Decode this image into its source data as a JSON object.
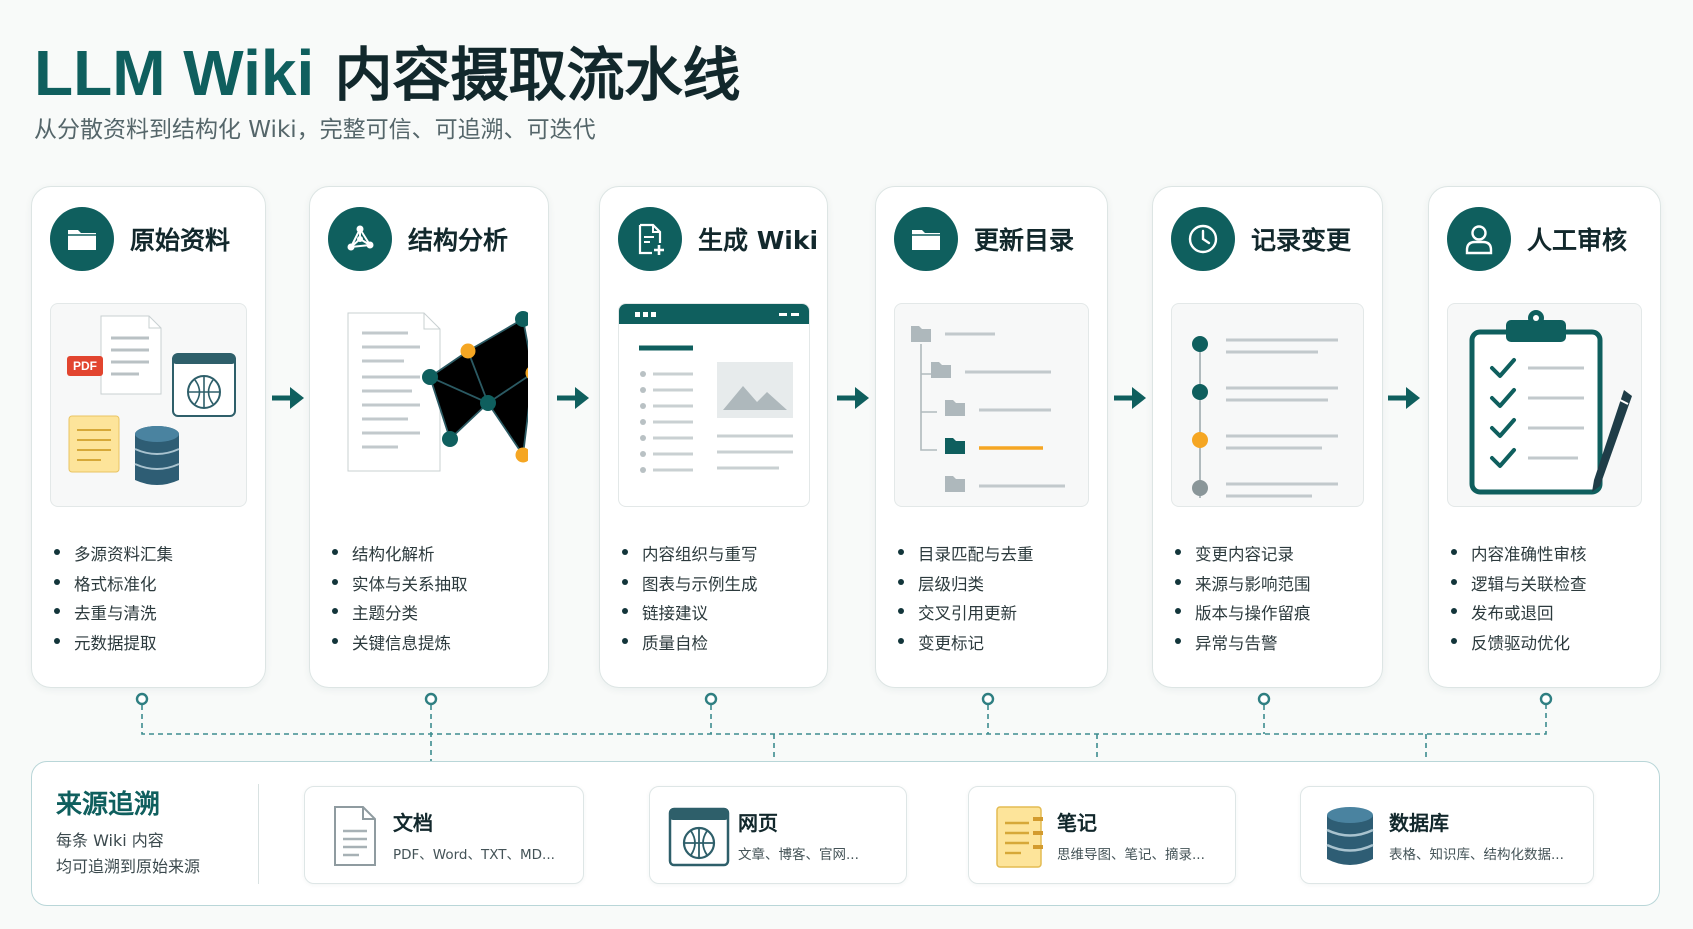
{
  "header": {
    "title_en": "LLM Wiki",
    "title_zh": "内容摄取流水线",
    "subtitle": "从分散资料到结构化 Wiki，完整可信、可追溯、可迭代"
  },
  "stages": [
    {
      "title": "原始资料",
      "icon": "folder-icon",
      "bullets": [
        "多源资料汇集",
        "格式标准化",
        "去重与清洗",
        "元数据提取"
      ],
      "pdf_badge": "PDF"
    },
    {
      "title": "结构分析",
      "icon": "network-icon",
      "bullets": [
        "结构化解析",
        "实体与关系抽取",
        "主题分类",
        "关键信息提炼"
      ]
    },
    {
      "title": "生成 Wiki",
      "icon": "document-add-icon",
      "bullets": [
        "内容组织与重写",
        "图表与示例生成",
        "链接建议",
        "质量自检"
      ]
    },
    {
      "title": "更新目录",
      "icon": "folder-icon",
      "bullets": [
        "目录匹配与去重",
        "层级归类",
        "交叉引用更新",
        "变更标记"
      ]
    },
    {
      "title": "记录变更",
      "icon": "clock-icon",
      "bullets": [
        "变更内容记录",
        "来源与影响范围",
        "版本与操作留痕",
        "异常与告警"
      ]
    },
    {
      "title": "人工审核",
      "icon": "user-icon",
      "bullets": [
        "内容准确性审核",
        "逻辑与关联检查",
        "发布或退回",
        "反馈驱动优化"
      ]
    }
  ],
  "traceability": {
    "title": "来源追溯",
    "desc_line1": "每条 Wiki 内容",
    "desc_line2": "均可追溯到原始来源",
    "sources": [
      {
        "name": "文档",
        "desc": "PDF、Word、TXT、MD...",
        "icon": "document-icon"
      },
      {
        "name": "网页",
        "desc": "文章、博客、官网...",
        "icon": "globe-icon"
      },
      {
        "name": "笔记",
        "desc": "思维导图、笔记、摘录...",
        "icon": "notepad-icon"
      },
      {
        "name": "数据库",
        "desc": "表格、知识库、结构化数据...",
        "icon": "database-icon"
      }
    ]
  },
  "colors": {
    "primary": "#0f5f5e",
    "accent": "#f5a623",
    "muted": "#8a9699"
  }
}
